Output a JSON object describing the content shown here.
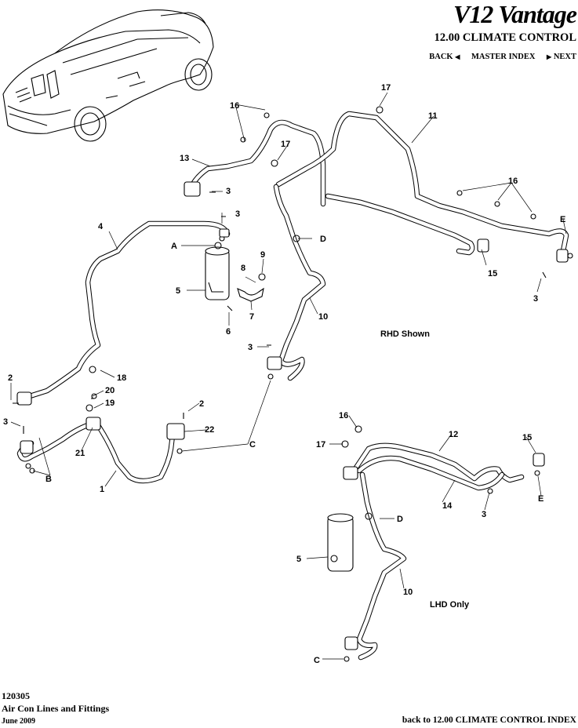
{
  "header": {
    "brand": "V12 Vantage",
    "section_title": "12.00 CLIMATE CONTROL",
    "nav": {
      "back": "BACK",
      "master_index": "MASTER INDEX",
      "next": "NEXT"
    }
  },
  "diagram": {
    "annotations": {
      "rhd": "RHD Shown",
      "lhd": "LHD Only"
    },
    "callouts": {
      "c1": "1",
      "c2a": "2",
      "c2b": "2",
      "c3a": "3",
      "c3b": "3",
      "c3c": "3",
      "c3d": "3",
      "c3e": "3",
      "c3f": "3",
      "c4": "4",
      "c5a": "5",
      "c5b": "5",
      "c6": "6",
      "c7": "7",
      "c8": "8",
      "c9": "9",
      "c10a": "10",
      "c10b": "10",
      "c11": "11",
      "c12": "12",
      "c13": "13",
      "c14": "14",
      "c15a": "15",
      "c15b": "15",
      "c16a": "16",
      "c16b": "16",
      "c16c": "16",
      "c17a": "17",
      "c17b": "17",
      "c17c": "17",
      "c18": "18",
      "c19": "19",
      "c20": "20",
      "c21": "21",
      "c22": "22",
      "cA": "A",
      "cB": "B",
      "cC1": "C",
      "cC2": "C",
      "cD1": "D",
      "cD2": "D",
      "cE1": "E",
      "cE2": "E"
    }
  },
  "footer": {
    "code": "120305",
    "title": "Air Con Lines and Fittings",
    "date": "June 2009",
    "back_link": "back to 12.00 CLIMATE CONTROL INDEX"
  }
}
